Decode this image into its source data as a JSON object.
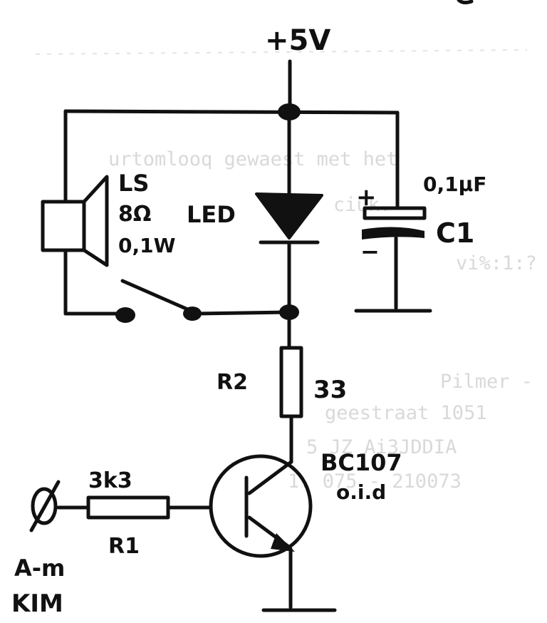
{
  "labels": {
    "supply": "+5V",
    "speaker_name": "LS",
    "speaker_impedance": "8Ω",
    "speaker_power": "0,1W",
    "led": "LED",
    "cap_plus": "+",
    "cap_minus": "−",
    "cap_value": "0,1μF",
    "cap_name": "C1",
    "r2_name": "R2",
    "r2_value": "33",
    "transistor_name": "BC107",
    "transistor_note": "o.i.d",
    "r1_value": "3k3",
    "r1_name": "R1",
    "input_port": "A-m",
    "input_board": "KIM"
  },
  "show_through": [
    "urtomlooq gewaest met het",
    "ciuk.",
    "vi%:1:?",
    "Pilmer -",
    "geestraat 1051",
    "5 JZ  Ai3JDDIA",
    "1. 075 - 210073"
  ],
  "colors": {
    "ink": "#111111",
    "paper": "#ffffff",
    "show_through": "#d9d9d9"
  }
}
